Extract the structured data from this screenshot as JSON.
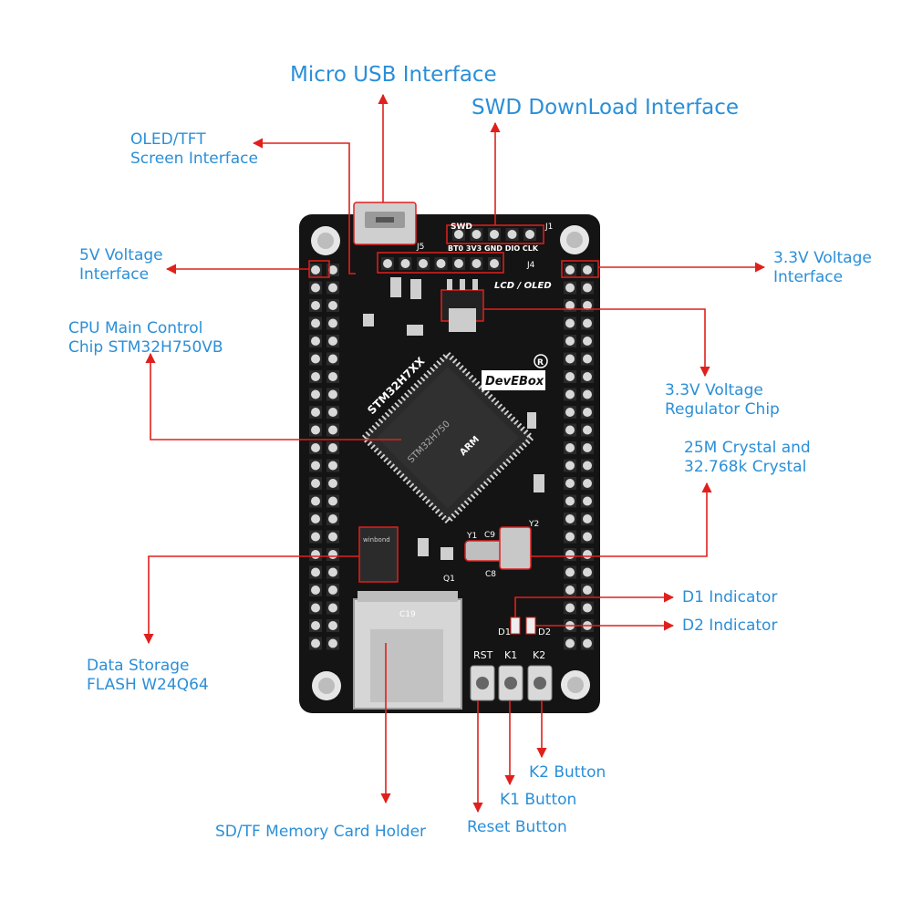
{
  "labels": {
    "micro_usb": "Micro USB Interface",
    "swd": "SWD DownLoad Interface",
    "oled_line1": "OLED/TFT",
    "oled_line2": "Screen Interface",
    "v5_line1": "5V Voltage",
    "v5_line2": "Interface",
    "cpu_line1": "CPU Main Control",
    "cpu_line2": "Chip STM32H750VB",
    "v33_line1": "3.3V Voltage",
    "v33_line2": "Interface",
    "reg_line1": "3.3V Voltage",
    "reg_line2": "Regulator Chip",
    "crystal_line1": "25M Crystal and",
    "crystal_line2": "32.768k Crystal",
    "d1": "D1 Indicator",
    "d2": "D2 Indicator",
    "flash_line1": "Data Storage",
    "flash_line2": "FLASH W24Q64",
    "k2": "K2 Button",
    "k1": "K1 Button",
    "reset": "Reset Button",
    "sd": "SD/TF Memory Card Holder"
  },
  "board": {
    "swd_tag": "SWD",
    "swd_pins": "BT0 3V3 GND DIO CLK",
    "j1": "J1",
    "j4": "J4",
    "j5": "J5",
    "lcd_tag": "LCD / OLED",
    "chip_series": "STM32H7XX",
    "brand": "DevEBox",
    "chip_mark": "STM32H750",
    "arm": "ARM",
    "rst": "RST",
    "k1": "K1",
    "k2": "K2",
    "d1": "D1",
    "d2": "D2",
    "c19": "C19",
    "y1": "Y1",
    "y2": "Y2",
    "c9": "C9",
    "c8": "C8",
    "q1": "Q1",
    "flash_chip": "winbond"
  },
  "colors": {
    "label": "#2a8fd8",
    "arrow": "#e0201c",
    "board": "#141414"
  }
}
